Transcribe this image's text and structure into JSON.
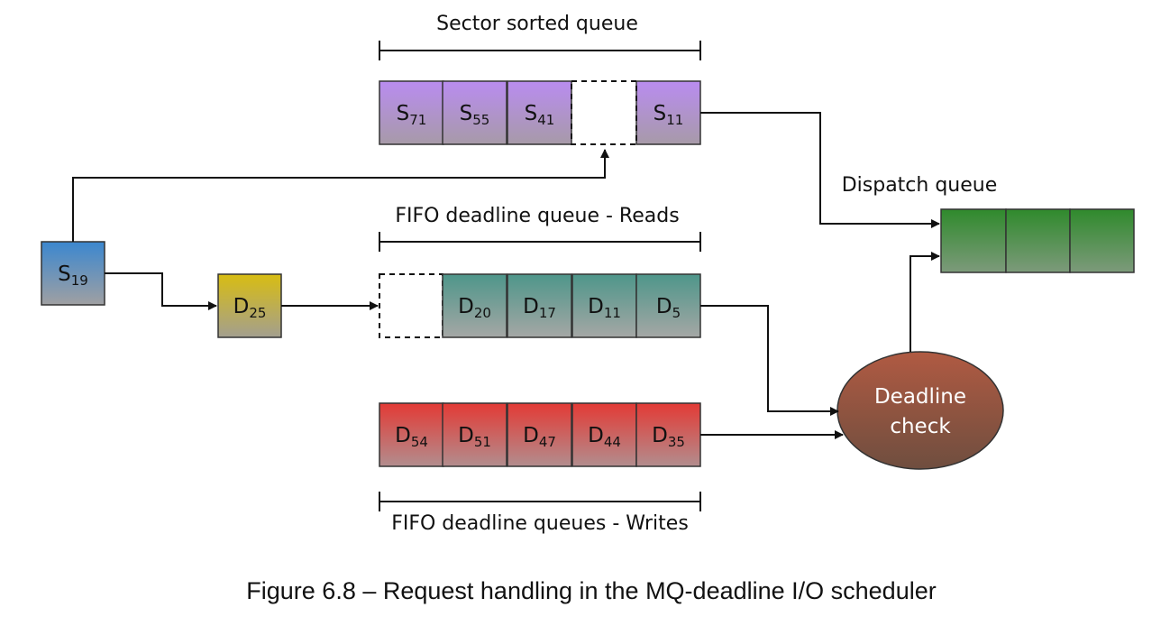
{
  "labels": {
    "sector_sorted": "Sector sorted queue",
    "fifo_reads": "FIFO deadline queue - Reads",
    "fifo_writes": "FIFO deadline queues - Writes",
    "dispatch": "Dispatch queue",
    "deadline_check_line1": "Deadline",
    "deadline_check_line2": "check",
    "caption": "Figure 6.8 – Request handling in the MQ-deadline I/O scheduler"
  },
  "incoming": {
    "s19": {
      "base": "S",
      "sub": "19"
    },
    "d25": {
      "base": "D",
      "sub": "25"
    }
  },
  "sector_queue": [
    {
      "base": "S",
      "sub": "71"
    },
    {
      "base": "S",
      "sub": "55"
    },
    {
      "base": "S",
      "sub": "41"
    },
    {
      "base": "S",
      "sub": "11"
    }
  ],
  "reads_queue": [
    {
      "base": "D",
      "sub": "20"
    },
    {
      "base": "D",
      "sub": "17"
    },
    {
      "base": "D",
      "sub": "11"
    },
    {
      "base": "D",
      "sub": "5"
    }
  ],
  "writes_queue": [
    {
      "base": "D",
      "sub": "54"
    },
    {
      "base": "D",
      "sub": "51"
    },
    {
      "base": "D",
      "sub": "47"
    },
    {
      "base": "D",
      "sub": "44"
    },
    {
      "base": "D",
      "sub": "35"
    }
  ],
  "colors": {
    "sector_top": "#b98cf0",
    "sector_bottom": "#a79aa8",
    "reads_top": "#4e968a",
    "reads_bottom": "#a5a7a5",
    "writes_top": "#e33a35",
    "writes_bottom": "#b28d8e",
    "dispatch_top": "#2f8a2c",
    "dispatch_bottom": "#7d9a7b",
    "s19_top": "#3b87cf",
    "s19_bottom": "#a0a0a2",
    "d25_top": "#d8bd12",
    "d25_bottom": "#a39f8f",
    "oval_top": "#b05a42",
    "oval_bottom": "#6f4e3f"
  }
}
